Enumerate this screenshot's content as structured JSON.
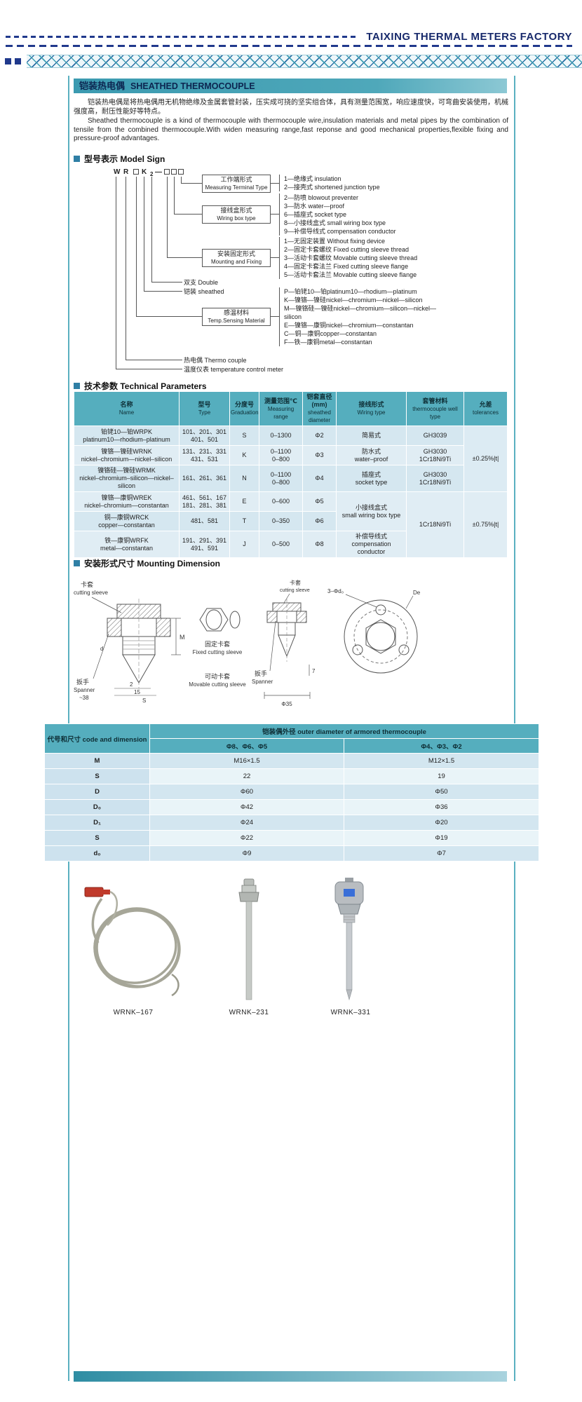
{
  "header": {
    "factory_name": "TAIXING THERMAL METERS FACTORY"
  },
  "title_bar": {
    "zh": "铠装热电偶",
    "en": "SHEATHED THERMOCOUPLE"
  },
  "intro": {
    "zh": "铠装热电偶是将热电偶用无机物绝缘及金属套管封装，压实成可挠的坚实组合体，具有测量范围宽，响应速度快，可弯曲安装使用，机械强度高，耐压性能好等特点。",
    "en": "Sheathed thermocouple is a kind of thermocouple with thermocouple wire,insulation materials and metal pipes by the combination of tensile from the combined thermocouple.With widen measuring range,fast reponse and good mechanical properties,flexible fixing and pressure-proof advantages."
  },
  "sections": {
    "model_sign": "型号表示 Model Sign",
    "tech_params": "技术参数 Technical Parameters",
    "mounting": "安装形式尺寸 Mounting Dimension"
  },
  "model_sign": {
    "letters": {
      "w": "W",
      "r": "R",
      "k": "K",
      "two": "2",
      "dash": "—"
    },
    "groups": [
      {
        "box_zh": "工作端形式",
        "box_en": "Measuring Terminal Type",
        "items": [
          "1—绝缘式 insulation",
          "2—接壳式 shortened junction type"
        ]
      },
      {
        "box_zh": "接线盒形式",
        "box_en": "Wiring box type",
        "items": [
          "2—防喷 blowout preventer",
          "3—防水 water—proof",
          "6—插座式 socket type",
          "8—小接线盒式 small wiring box type",
          "9—补偿导线式 compensation conductor"
        ]
      },
      {
        "box_zh": "安装固定形式",
        "box_en": "Mounting and Fixing",
        "items": [
          "1—无固定装置 Without fixing device",
          "2—固定卡套螺纹 Fixed cutting sleeve thread",
          "3—活动卡套螺纹 Movable cutting sleeve thread",
          "4—固定卡套法兰 Fixed cutting sleeve flange",
          "5—活动卡套法兰 Movable cutting sleeve flange"
        ]
      },
      {
        "label": "双支 Double"
      },
      {
        "label": "铠装 sheathed"
      },
      {
        "box_zh": "感温材料",
        "box_en": "Temp.Sensing Material",
        "items": [
          "P—铂铑10—铂platinum10—rhodium—platinum",
          "K—镍铬—镍硅nickel—chromium—nickel—silicon",
          "M—镍铬硅—镍硅nickel—chromium—silicon—nickel—silicon",
          "E—镍铬—康铜nickel—chromium—constantan",
          "C—铜—康铜copper—constantan",
          "F—铁—康铜metal—constantan"
        ]
      },
      {
        "label": "热电偶 Thermo couple"
      },
      {
        "label": "温度仪表 temperature control meter"
      }
    ]
  },
  "tech_table": {
    "headers": [
      {
        "zh": "名称",
        "en": "Name"
      },
      {
        "zh": "型号",
        "en": "Type"
      },
      {
        "zh": "分度号",
        "en": "Graduation"
      },
      {
        "zh": "测量范围℃",
        "en": "Measuring range"
      },
      {
        "zh": "铠套直径(mm)",
        "en": "sheathed diameter"
      },
      {
        "zh": "接线形式",
        "en": "Wiring type"
      },
      {
        "zh": "套管材料",
        "en": "thermocouple well type"
      },
      {
        "zh": "允差",
        "en": "tolerances"
      }
    ],
    "rows": [
      {
        "name1": "铂铑10—铂WRPK",
        "name2": "platinum10—rhodium–platinum",
        "type1": "101、201、301",
        "type2": "401、501",
        "grad": "S",
        "range1": "0–1300",
        "range2": "",
        "dia": "Φ2",
        "wiring1": "简易式",
        "wiring2": "",
        "well1": "GH3039",
        "well2": "",
        "tol": "±0.25%|t|"
      },
      {
        "name1": "镍铬—镍硅WRNK",
        "name2": "nickel–chromium—nickel–silicon",
        "type1": "131、231、331",
        "type2": "431、531",
        "grad": "K",
        "range1": "0–1100",
        "range2": "0–800",
        "dia": "Φ3",
        "wiring1": "防水式",
        "wiring2": "water–proof",
        "well1": "GH3030",
        "well2": "1Cr18Ni9Ti"
      },
      {
        "name1": "镍铬硅—镍硅WRMK",
        "name2": "nickel–chromium–silicon—nickel–silicon",
        "type1": "161、261、361",
        "type2": "",
        "grad": "N",
        "range1": "0–1100",
        "range2": "0–800",
        "dia": "Φ4",
        "wiring1": "插座式",
        "wiring2": "socket type",
        "well1": "GH3030",
        "well2": "1Cr18Ni9Ti"
      },
      {
        "name1": "镍铬—康铜WREK",
        "name2": "nickel–chromium—constantan",
        "type1": "461、561、167",
        "type2": "181、281、381",
        "grad": "E",
        "range1": "0–600",
        "range2": "",
        "dia": "Φ5",
        "wiring1": "小接线盒式",
        "wiring2": "small wiring box type",
        "well_merged": "1Cr18Ni9Ti",
        "tol": "±0.75%|t|"
      },
      {
        "name1": "铜—康铜WRCK",
        "name2": "copper—constantan",
        "type1": "481、581",
        "type2": "",
        "grad": "T",
        "range1": "0–350",
        "range2": "",
        "dia": "Φ6"
      },
      {
        "name1": "铁—康铜WRFK",
        "name2": "metal—constantan",
        "type1": "191、291、391",
        "type2": "491、591",
        "grad": "J",
        "range1": "0–500",
        "range2": "",
        "dia": "Φ8",
        "wiring1": "补偿导线式",
        "wiring2": "compensation conductor"
      }
    ]
  },
  "drawings": {
    "fig_sleeve": {
      "label_zh": "卡套",
      "label_en": "cutting sleeve",
      "dim_m": "M",
      "dim_d": "d",
      "dim_2": "2",
      "dim_15": "15",
      "dim_s": "S",
      "spanner_zh": "扳手",
      "spanner_en": "Spanner",
      "spanner_val": "~38"
    },
    "fig_types": {
      "fixed_zh": "固定卡套",
      "fixed_en": "Fixed cutting sleeve",
      "movable_zh": "可动卡套",
      "movable_en": "Movable cutting sleeve"
    },
    "fig_movable": {
      "label_zh": "卡套",
      "label_en": "cutting sleeve",
      "spanner_zh": "扳手",
      "spanner_en": "Spanner",
      "dim_7": "7",
      "dim_d35": "Φ35"
    },
    "fig_flange": {
      "holes": "3–Φd₀",
      "de": "De"
    }
  },
  "dim_table": {
    "corner": "代号和尺寸 code and dimension",
    "span_header": "铠装偶外径 outer diameter of armored thermocouple",
    "col1": "Φ8、Φ6、Φ5",
    "col2": "Φ4、Φ3、Φ2",
    "rows": [
      {
        "code": "M",
        "v1": "M16×1.5",
        "v2": "M12×1.5"
      },
      {
        "code": "S",
        "v1": "22",
        "v2": "19"
      },
      {
        "code": "D",
        "v1": "Φ60",
        "v2": "Φ50"
      },
      {
        "code": "D₀",
        "v1": "Φ42",
        "v2": "Φ36"
      },
      {
        "code": "D₁",
        "v1": "Φ24",
        "v2": "Φ20"
      },
      {
        "code": "S",
        "v1": "Φ22",
        "v2": "Φ19"
      },
      {
        "code": "d₀",
        "v1": "Φ9",
        "v2": "Φ7"
      }
    ]
  },
  "products": {
    "p1": "WRNK–167",
    "p2": "WRNK–231",
    "p3": "WRNK–331"
  }
}
